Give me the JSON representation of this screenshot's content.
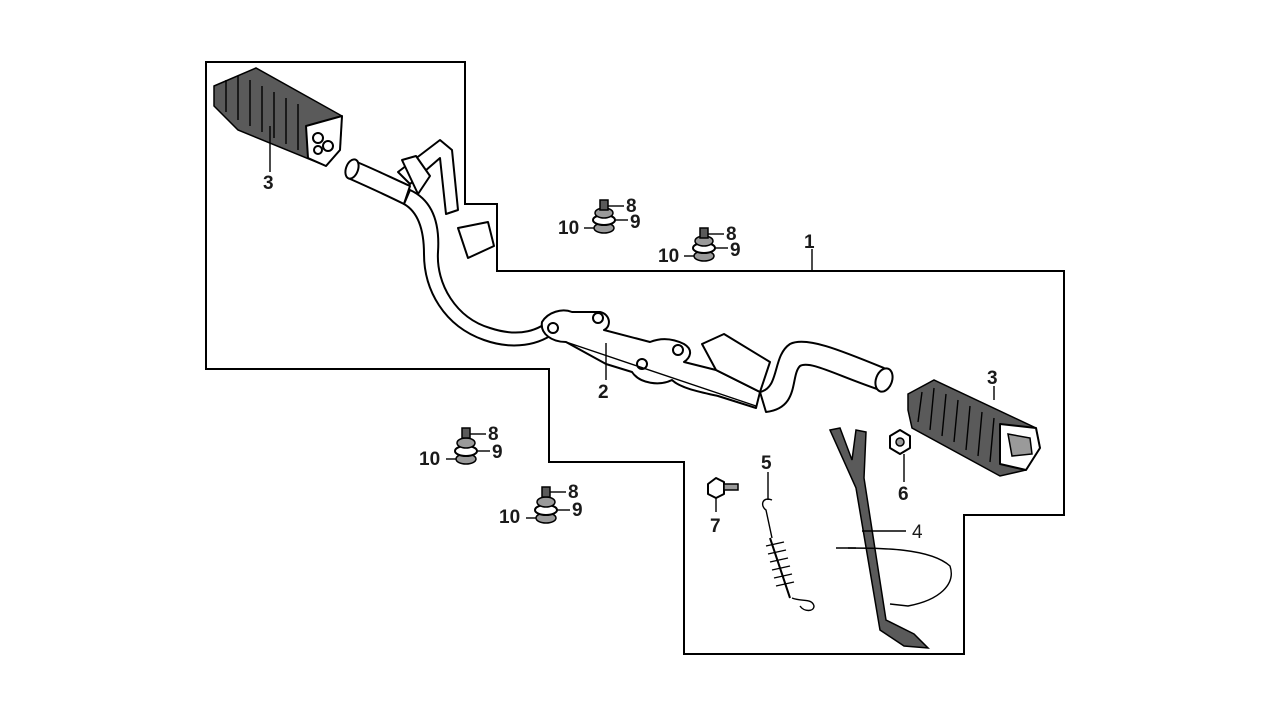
{
  "callouts": {
    "assembly": "1",
    "frame": "2",
    "footrest_rubber_left": "3",
    "footrest_rubber_right": "3",
    "side_stand": "4",
    "spring": "5",
    "nut_stand": "6",
    "bolt_stand": "7",
    "hardware_groups": [
      {
        "nut": "8",
        "washer": "9",
        "bolt": "10"
      },
      {
        "nut": "8",
        "washer": "9",
        "bolt": "10"
      },
      {
        "nut": "8",
        "washer": "9",
        "bolt": "10"
      },
      {
        "nut": "8",
        "washer": "9",
        "bolt": "10"
      }
    ]
  }
}
